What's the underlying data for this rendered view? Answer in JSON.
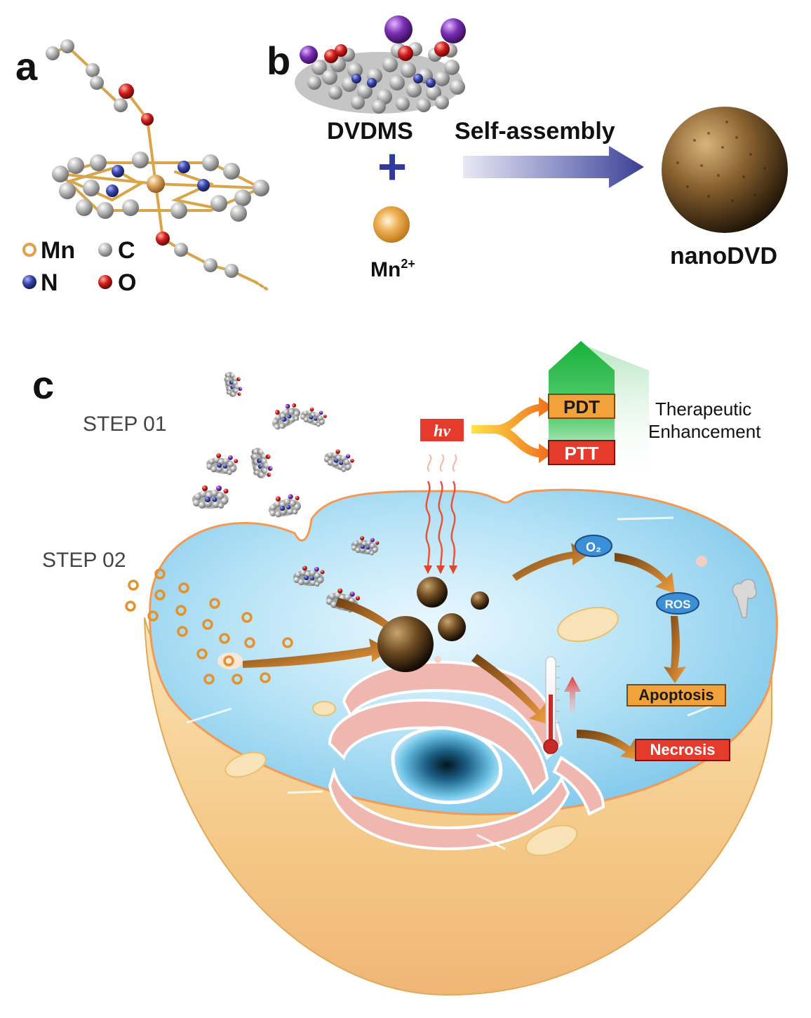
{
  "panel_a": {
    "letter": "a",
    "legend": [
      {
        "label": "Mn",
        "color": "#e3a04a",
        "icon": "ring"
      },
      {
        "label": "C",
        "color": "#9a9a9a",
        "icon": "sphere"
      },
      {
        "label": "N",
        "color": "#3a46a6",
        "icon": "sphere"
      },
      {
        "label": "O",
        "color": "#d21e1e",
        "icon": "sphere"
      }
    ]
  },
  "panel_b": {
    "letter": "b",
    "dvdms_label": "DVDMS",
    "plus": "+",
    "ion_label": "Mn",
    "ion_charge": "2+",
    "arrow_label": "Self-assembly",
    "product_label": "nanoDVD"
  },
  "panel_c": {
    "letter": "c",
    "step1": "STEP 01",
    "step2": "STEP 02",
    "hv_label": "hv",
    "pdt_label": "PDT",
    "ptt_label": "PTT",
    "enhancement_line1": "Therapeutic",
    "enhancement_line2": "Enhancement",
    "o2_label": "O₂",
    "ros_label": "ROS",
    "apoptosis_label": "Apoptosis",
    "necrosis_label": "Necrosis"
  },
  "colors": {
    "bond": "#d9a54a",
    "arrow_orange": "#e08a2a",
    "cytoplasm": "#a9dcf2",
    "membrane": "#f29a55",
    "cell_base": "#f6cf8e",
    "box_orange": "#f2a23a",
    "box_red": "#e43b2c",
    "arrow_blue": "#3b3f94",
    "green": "#2ebd4a"
  }
}
